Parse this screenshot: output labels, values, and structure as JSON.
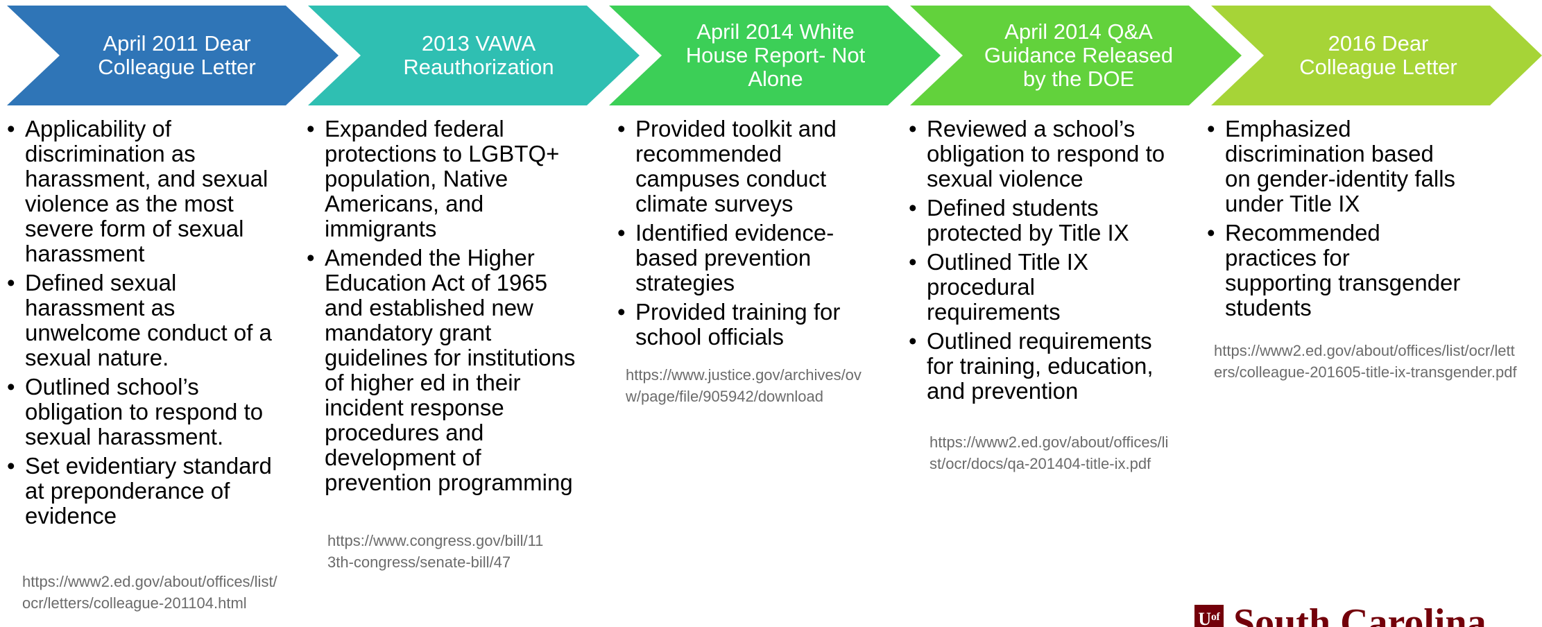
{
  "colors": {
    "stage1": "#2f75b7",
    "stage2": "#2fbfb2",
    "stage3": "#3ccf57",
    "stage4": "#62d23c",
    "stage5": "#a6d437",
    "brand": "#73000a"
  },
  "stages": [
    {
      "title": "April 2011 Dear Colleague Letter",
      "bullets": [
        "Applicability of discrimination as harassment, and sexual violence as the most severe form of sexual harassment",
        "Defined sexual harassment as unwelcome conduct of a sexual nature.",
        "Outlined school’s obligation to respond to sexual harassment.",
        "Set evidentiary standard at preponderance of evidence"
      ],
      "url": "https://www2.ed.gov/about/offices/list/ocr/letters/colleague-201104.html"
    },
    {
      "title": "2013 VAWA Reauthorization",
      "bullets": [
        "Expanded federal protections to LGBTQ+ population, Native Americans, and immigrants",
        "Amended the Higher Education Act of 1965 and established new mandatory grant guidelines for institutions of higher ed in their incident response procedures and development of prevention programming"
      ],
      "url": "https://www.congress.gov/bill/113th-congress/senate-bill/47"
    },
    {
      "title": "April 2014 White House Report- Not Alone",
      "bullets": [
        "Provided toolkit and recommended campuses conduct climate surveys",
        "Identified evidence-based prevention strategies",
        "Provided training for school officials"
      ],
      "url": "https://www.justice.gov/archives/ovw/page/file/905942/download"
    },
    {
      "title": "April 2014 Q&A Guidance Released by the DOE",
      "bullets": [
        "Reviewed a school’s obligation to respond to sexual violence",
        "Defined students protected by Title IX",
        "Outlined Title IX procedural requirements",
        "Outlined requirements for training, education, and prevention"
      ],
      "url": "https://www2.ed.gov/about/offices/list/ocr/docs/qa-201404-title-ix.pdf"
    },
    {
      "title": "2016 Dear Colleague Letter",
      "bullets": [
        "Emphasized discrimination based on gender-identity falls under Title IX",
        "Recommended practices for supporting transgender students"
      ],
      "url": "https://www2.ed.gov/about/offices/list/ocr/letters/colleague-201605-title-ix-transgender.pdf"
    }
  ],
  "logo": {
    "mark": "Uᵒᶠ",
    "text": "South Carolina"
  }
}
